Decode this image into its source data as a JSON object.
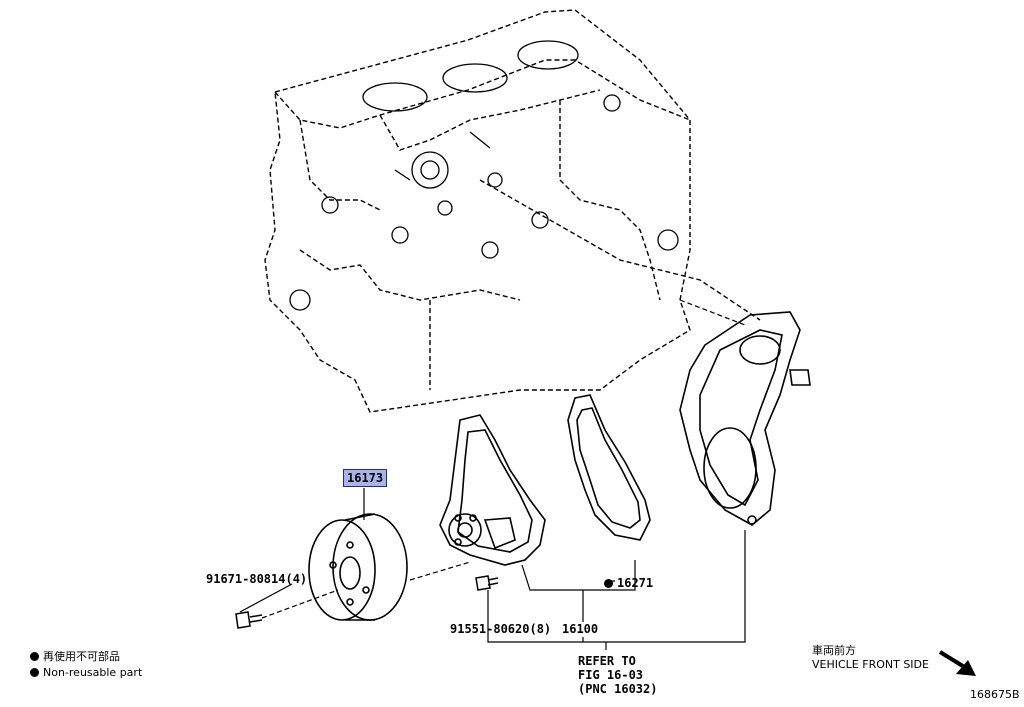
{
  "parts": {
    "pulley": "16173",
    "pulley_bolt": "91671-80814(4)",
    "gasket": "16271",
    "pump_bolt": "91551-80620(8)",
    "pump_assy": "16100"
  },
  "refer": {
    "line1": "REFER TO",
    "line2": "FIG 16-03",
    "line3": "(PNC 16032)"
  },
  "legend": {
    "jp": "再使用不可部品",
    "en": "Non-reusable part"
  },
  "direction": {
    "jp": "車両前方",
    "en": "VEHICLE FRONT SIDE"
  },
  "figure_id": "168675B",
  "colors": {
    "highlight": "#a9b4e8",
    "ink": "#000000"
  }
}
